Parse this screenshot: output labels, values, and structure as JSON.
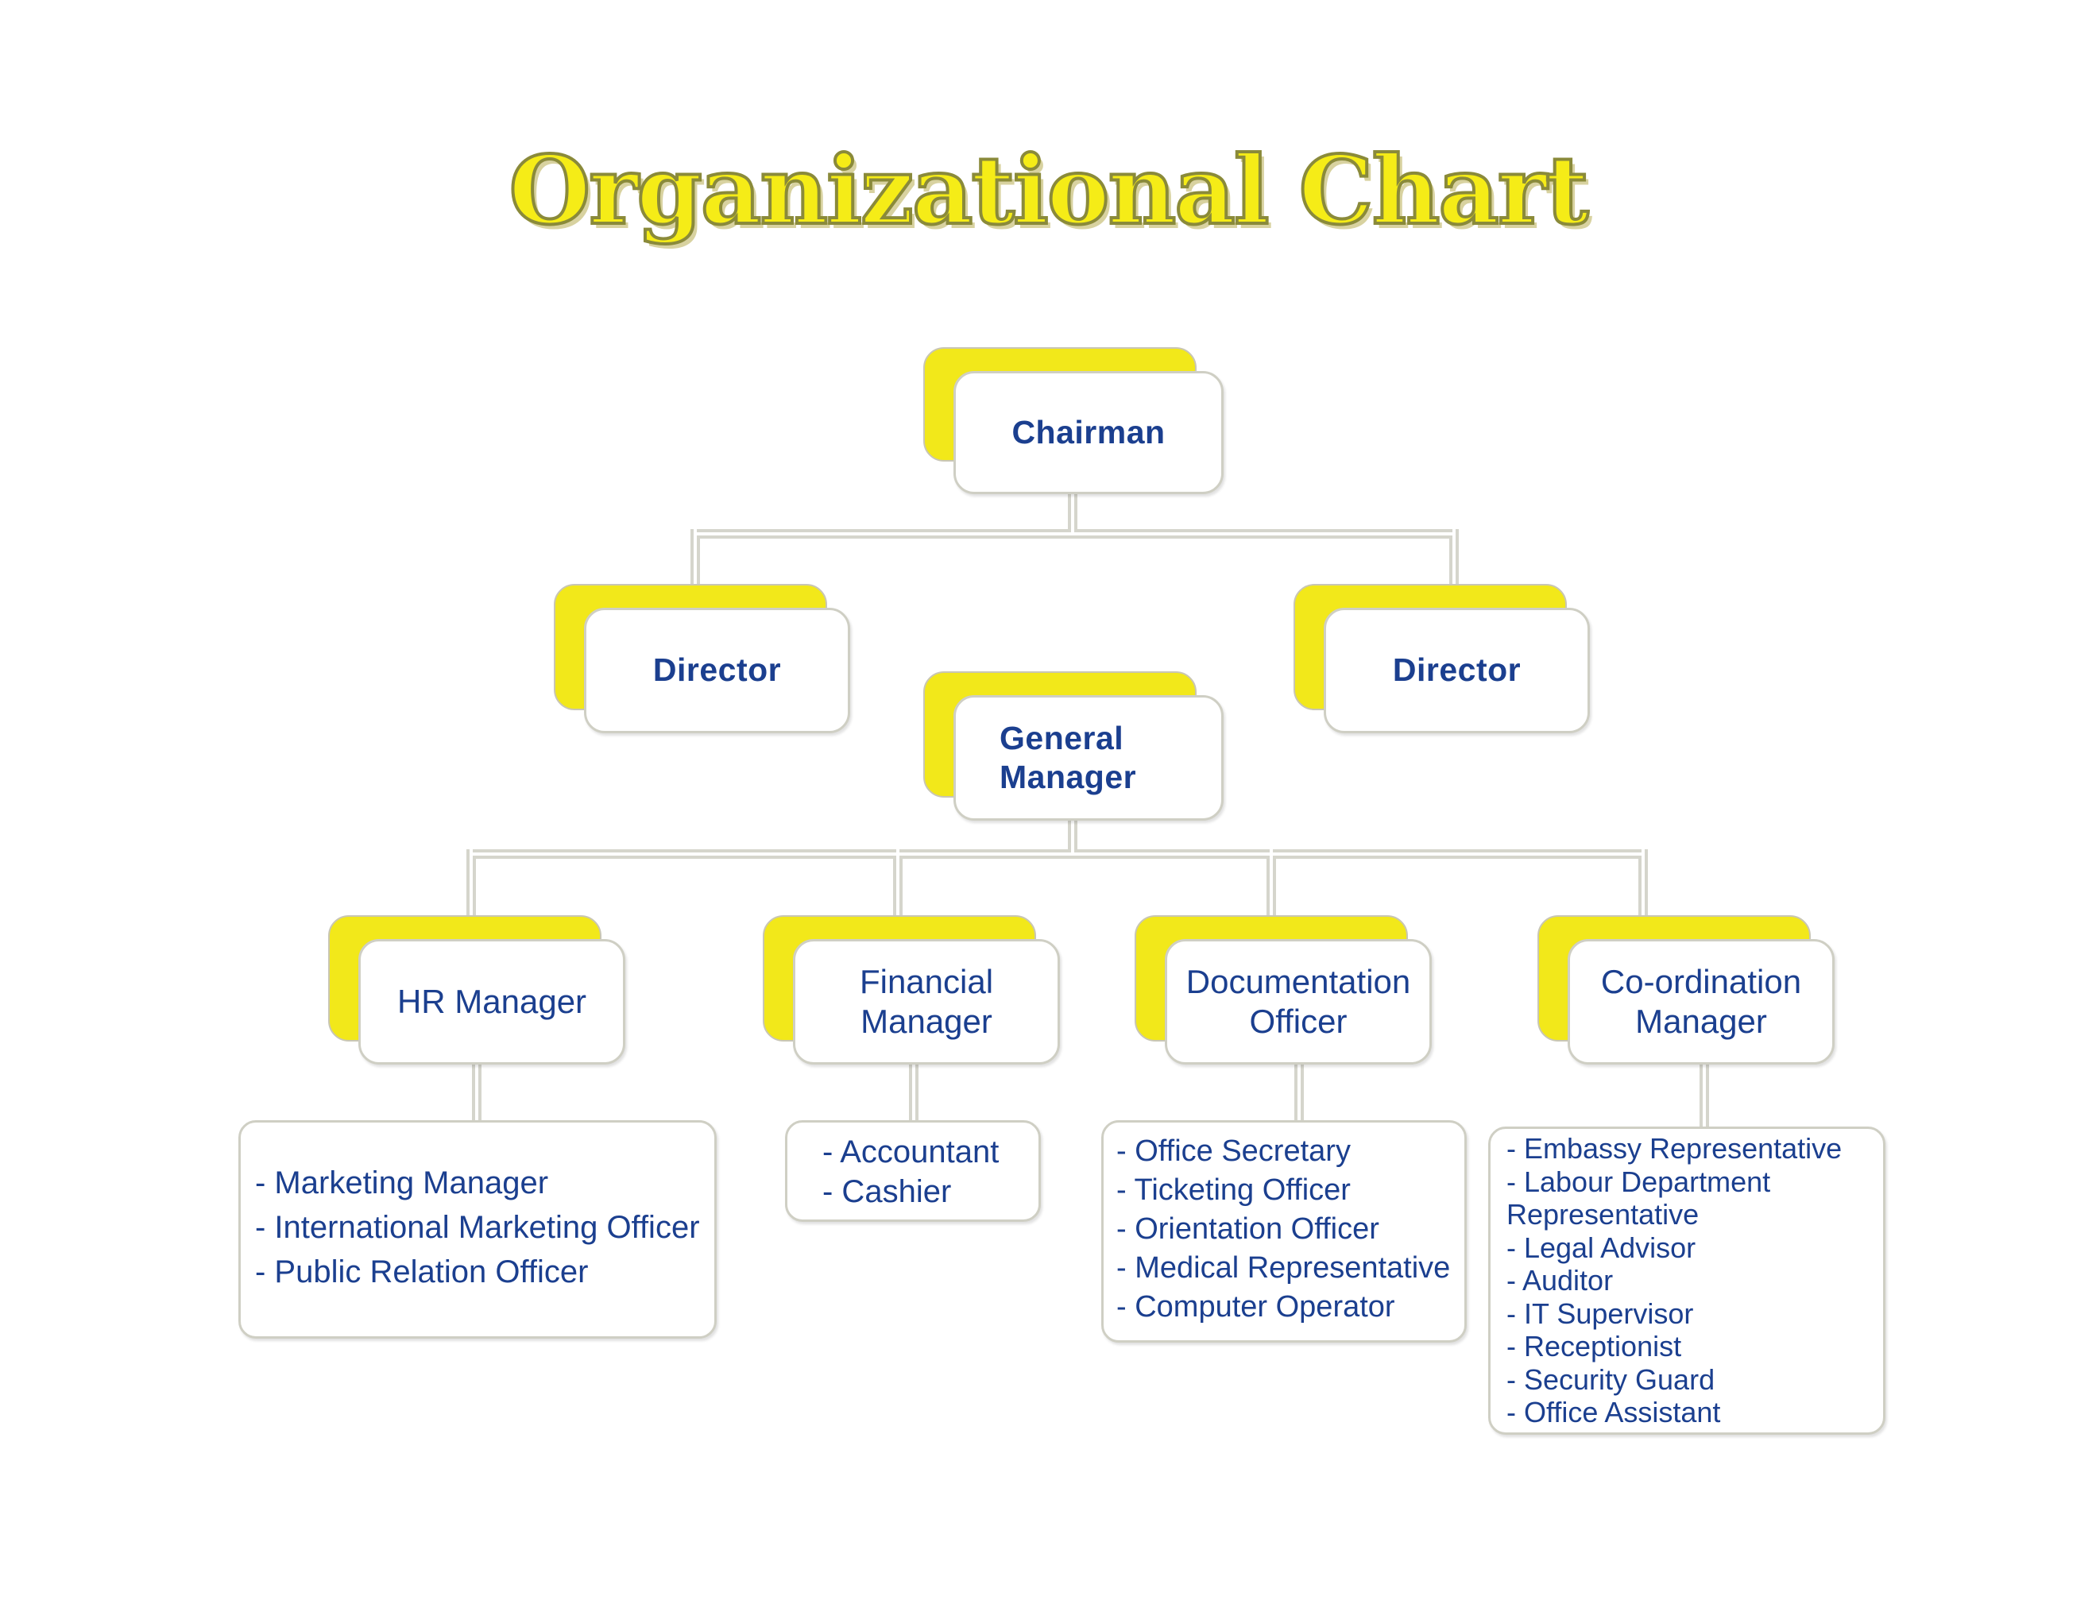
{
  "title": "Organizational Chart",
  "nodes": {
    "chairman": "Chairman",
    "director_left": "Director",
    "director_right": "Director",
    "general_manager": "General\nManager",
    "hr_manager": "HR Manager",
    "financial_manager": "Financial\nManager",
    "documentation_officer": "Documentation\nOfficer",
    "coordination_manager": "Co-ordination\nManager"
  },
  "lists": {
    "hr": [
      "- Marketing Manager",
      "- International Marketing Officer",
      "- Public Relation Officer"
    ],
    "financial": [
      "- Accountant",
      "- Cashier"
    ],
    "documentation": [
      "- Office Secretary",
      "- Ticketing Officer",
      "- Orientation Officer",
      "- Medical Representative",
      "- Computer Operator"
    ],
    "coordination": [
      "- Embassy Representative",
      "- Labour Department\n  Representative",
      "- Legal Advisor",
      "- Auditor",
      "- IT Supervisor",
      "- Receptionist",
      "- Security Guard",
      "- Office Assistant"
    ]
  },
  "colors": {
    "title_fill": "#f5ec17",
    "accent_yellow": "#f2e81a",
    "text_blue": "#1b3f8f",
    "connector": "#d5d5cc"
  }
}
